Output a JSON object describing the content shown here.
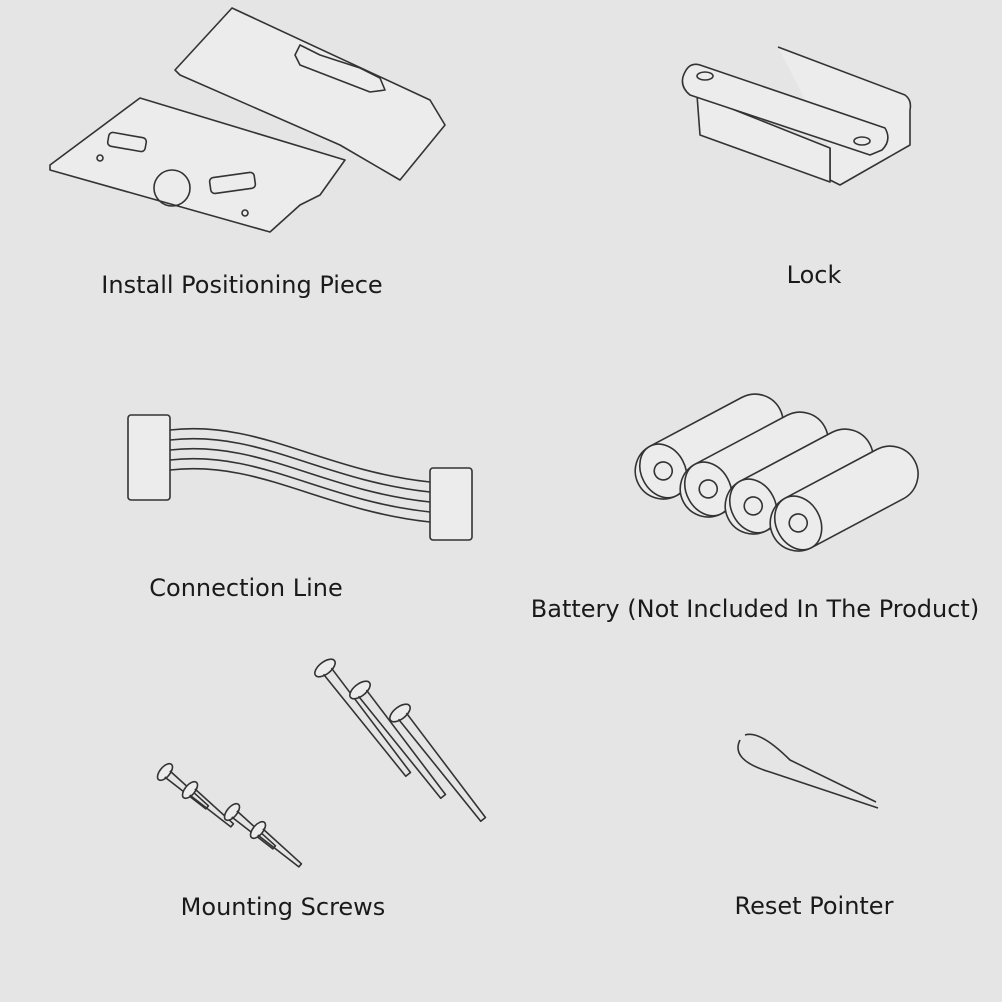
{
  "items": [
    {
      "label": "Install Positioning Piece",
      "icon": "positioning-plate-icon"
    },
    {
      "label": "Lock",
      "icon": "lock-bracket-icon"
    },
    {
      "label": "Connection Line",
      "icon": "cable-icon"
    },
    {
      "label": "Battery (Not Included In The Product)",
      "icon": "battery-icon"
    },
    {
      "label": "Mounting Screws",
      "icon": "screw-icon"
    },
    {
      "label": "Reset Pointer",
      "icon": "reset-pin-icon"
    }
  ]
}
